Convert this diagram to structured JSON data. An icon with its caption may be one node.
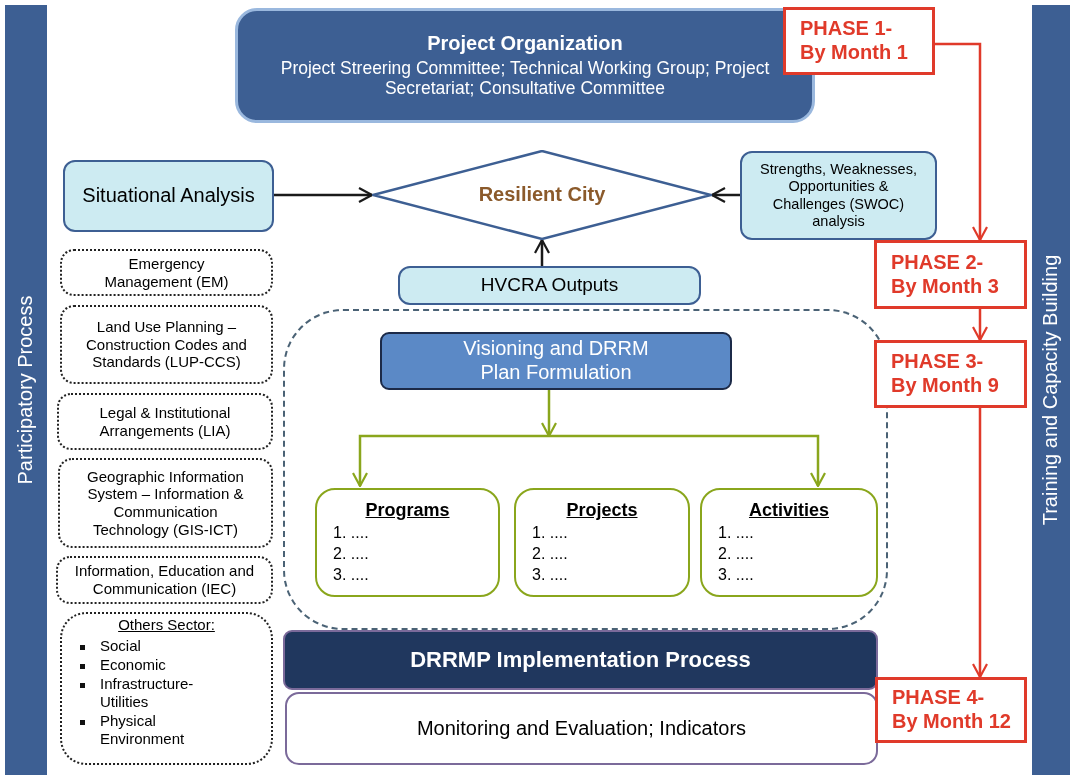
{
  "diagram": {
    "nodes": [
      {
        "text": [
          "Participatory Process"
        ]
      },
      {
        "text": [
          "Training and Capacity Building"
        ]
      },
      {
        "text": [
          "Project Organization",
          "Project Streering Committee; Technical Working Group; Project Secretariat; Consultative Committee"
        ]
      },
      {
        "text": [
          "PHASE 1- By Month 1"
        ]
      },
      {
        "text": [
          "Situational Analysis"
        ]
      },
      {
        "text": [
          "Resilient City"
        ]
      },
      {
        "text": [
          "Strengths, Weaknesses, Opportunities & Challenges (SWOC) analysis"
        ]
      },
      {
        "text": [
          "PHASE 2- By Month 3"
        ]
      },
      {
        "text": [
          "HVCRA Outputs"
        ]
      },
      {
        "text": [
          "Emergency Management (EM)"
        ]
      },
      {
        "text": [
          "Land Use Planning – Construction Codes and Standards (LUP-CCS)"
        ]
      },
      {
        "text": [],
        "shape": "box"
      },
      {
        "text": [
          "Visioning and DRRM Plan Formulation"
        ],
        "in": 11
      },
      {
        "text": [
          "PHASE 3- By Month 9"
        ]
      },
      {
        "text": [
          "Legal & Institutional Arrangements (LIA)"
        ]
      },
      {
        "text": [
          "Geographic Information System – Information & Communication Technology (GIS-ICT)"
        ]
      },
      {
        "text": [
          "Programs",
          "1. ....",
          "2. ....",
          "3. ...."
        ],
        "in": 11
      },
      {
        "text": [
          "Projects",
          "1. ....",
          "2. ....",
          "3. ...."
        ],
        "in": 11
      },
      {
        "text": [
          "Activities",
          "1. ....",
          "2. ....",
          "3. ...."
        ],
        "in": 11
      },
      {
        "text": [
          "Information, Education and Communication (IEC)"
        ]
      },
      {
        "text": [
          "Others Sector:",
          "Social",
          "Economic",
          "Infrastructure-Utilities",
          "Physical Environment"
        ]
      },
      {
        "text": [
          "DRRMP Implementation Process"
        ]
      },
      {
        "text": [
          "Monitoring and Evaluation; Indicators"
        ]
      },
      {
        "text": [
          "PHASE 4- By Month 12"
        ]
      }
    ],
    "edges": [
      {
        "from": 4,
        "to": 5,
        "arrow": "to"
      },
      {
        "from": 6,
        "to": 5,
        "arrow": "to"
      },
      {
        "from": 8,
        "to": 5,
        "arrow": "to"
      },
      {
        "from": 12,
        "to": 16,
        "arrow": "to",
        "color": "#8aa61c"
      },
      {
        "from": 12,
        "to": 18,
        "arrow": "to",
        "color": "#8aa61c"
      },
      {
        "from": 3,
        "to": 7,
        "arrow": "to",
        "color": "#e03a2a"
      },
      {
        "from": 7,
        "to": 13,
        "arrow": "to",
        "color": "#e03a2a"
      },
      {
        "from": 13,
        "to": 23,
        "arrow": "to",
        "color": "#e03a2a"
      }
    ]
  }
}
